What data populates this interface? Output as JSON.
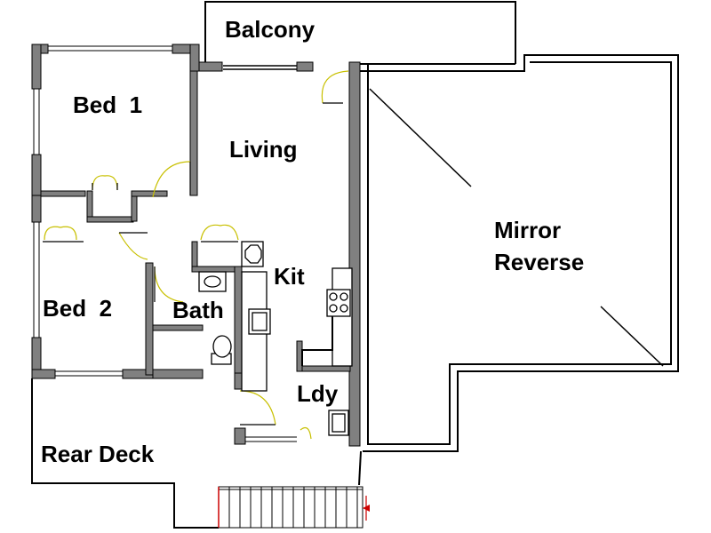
{
  "rooms": {
    "balcony": "Balcony",
    "bed1": "Bed  1",
    "living": "Living",
    "mirror_line1": "Mirror",
    "mirror_line2": "Reverse",
    "kit": "Kit",
    "bed2": "Bed  2",
    "bath": "Bath",
    "ldy": "Ldy",
    "rear_deck": "Rear Deck"
  },
  "colors": {
    "wall": "#808080",
    "door_swing": "#c8c000",
    "stair_accent": "#cc0000"
  }
}
